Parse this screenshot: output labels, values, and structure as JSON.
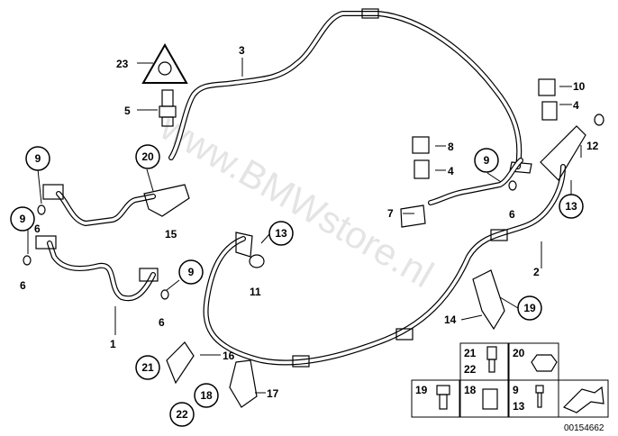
{
  "watermark": "www.BMWstore.nl",
  "catalog_number": "00154662",
  "labels": {
    "l1": "1",
    "l2": "2",
    "l3": "3",
    "l4a": "4",
    "l4b": "4",
    "l5": "5",
    "l6a": "6",
    "l6b": "6",
    "l6c": "6",
    "l6d": "6",
    "l7": "7",
    "l8": "8",
    "l9a": "9",
    "l9b": "9",
    "l9c": "9",
    "l9d": "9",
    "l10": "10",
    "l11": "11",
    "l12": "12",
    "l13a": "13",
    "l13b": "13",
    "l14": "14",
    "l15": "15",
    "l16": "16",
    "l17": "17",
    "l18": "18",
    "l19": "19",
    "l20": "20",
    "l21": "21",
    "l22": "22",
    "l23": "23"
  },
  "legend": {
    "c21": "21",
    "c22": "22",
    "c20": "20",
    "c19": "19",
    "c18": "18",
    "c9": "9",
    "c13": "13"
  }
}
